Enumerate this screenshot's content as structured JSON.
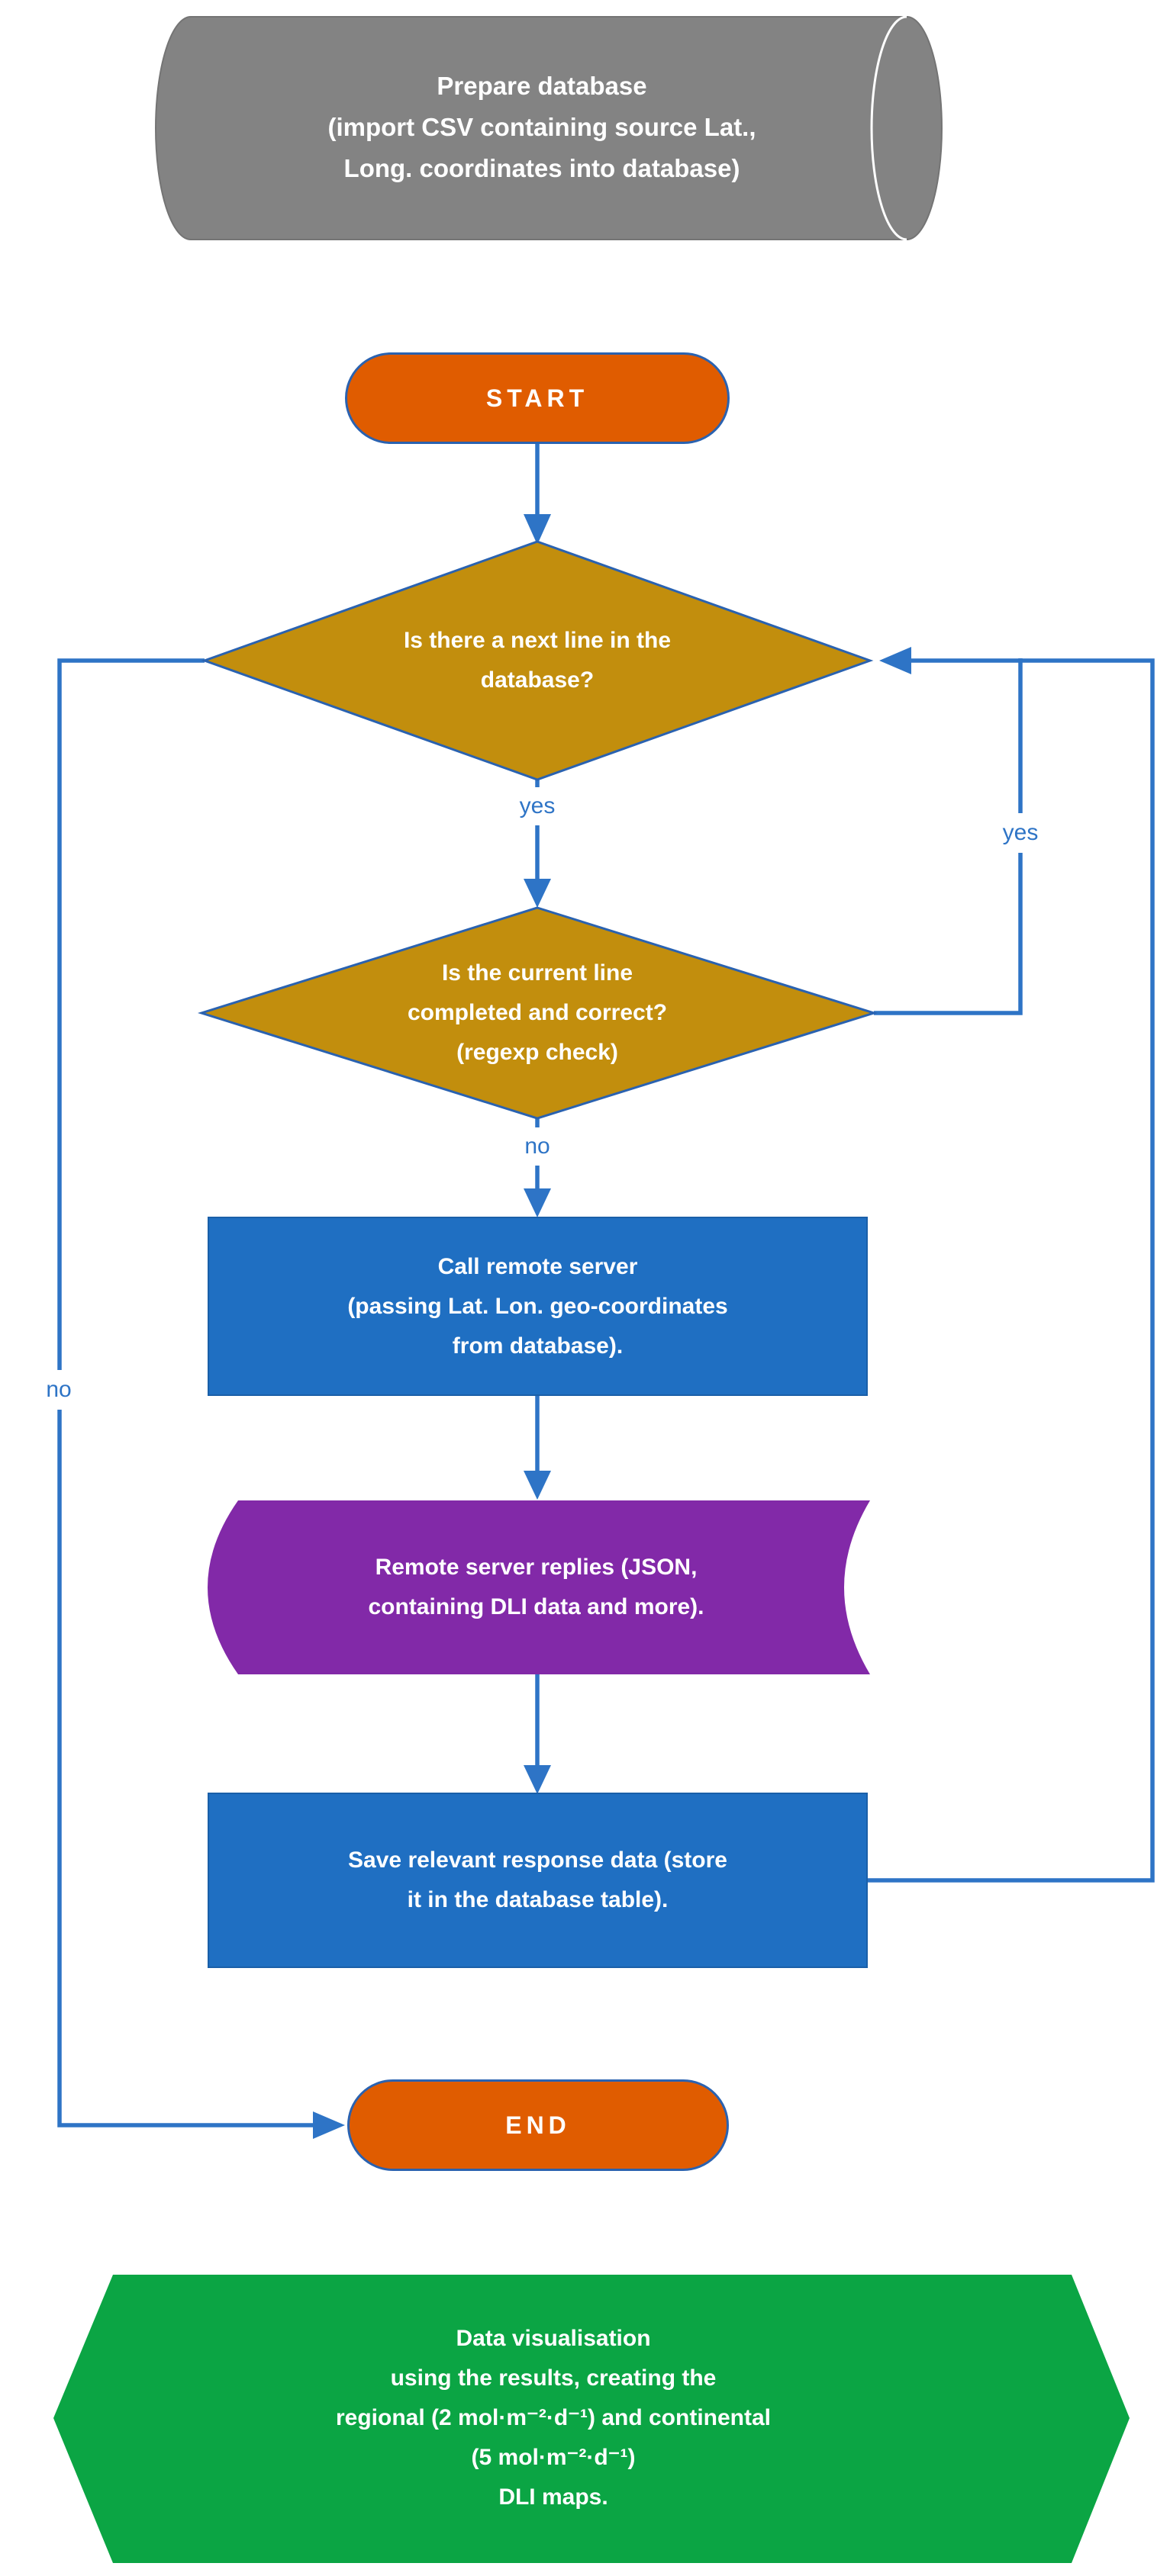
{
  "figure": {
    "type": "flowchart",
    "background": "#ffffff"
  },
  "colors": {
    "line": "#2e74c6",
    "border": "#2a62b0",
    "orange": "#e05c00",
    "gold": "#c28e0d",
    "blue": "#1f6fc2",
    "purple": "#8229a8",
    "green": "#0ba544",
    "gray": "#838383"
  },
  "nodes": {
    "prepare_database": {
      "shape": "horizontal-cylinder",
      "lines": [
        "Prepare database",
        "(import CSV containing source Lat.,",
        "Long. coordinates into database)"
      ]
    },
    "start": {
      "shape": "terminator",
      "label": "START"
    },
    "decision_next_line": {
      "shape": "diamond",
      "lines": [
        "Is there a next line in the",
        "database?"
      ]
    },
    "decision_line_valid": {
      "shape": "diamond",
      "lines": [
        "Is the current line",
        "completed and correct?",
        "(regexp check)"
      ]
    },
    "call_remote_server": {
      "shape": "process",
      "lines": [
        "Call remote server",
        "(passing Lat. Lon. geo-coordinates",
        "from database)."
      ]
    },
    "remote_server_replies": {
      "shape": "stored-data",
      "lines": [
        "Remote server replies (JSON,",
        "containing DLI data and more)."
      ]
    },
    "save_response_data": {
      "shape": "process",
      "lines": [
        "Save relevant response data (store",
        "it in the database table)."
      ]
    },
    "end": {
      "shape": "terminator",
      "label": "END"
    },
    "data_visualisation": {
      "shape": "hexagon",
      "lines": [
        "Data visualisation",
        "using the results, creating the",
        "regional (2 mol·m⁻²·d⁻¹) and continental",
        "(5 mol·m⁻²·d⁻¹)",
        "DLI maps."
      ]
    }
  },
  "edge_labels": {
    "yes_between_decisions": "yes",
    "yes_right_loop": "yes",
    "no_to_call_server": "no",
    "no_left_to_end": "no"
  }
}
